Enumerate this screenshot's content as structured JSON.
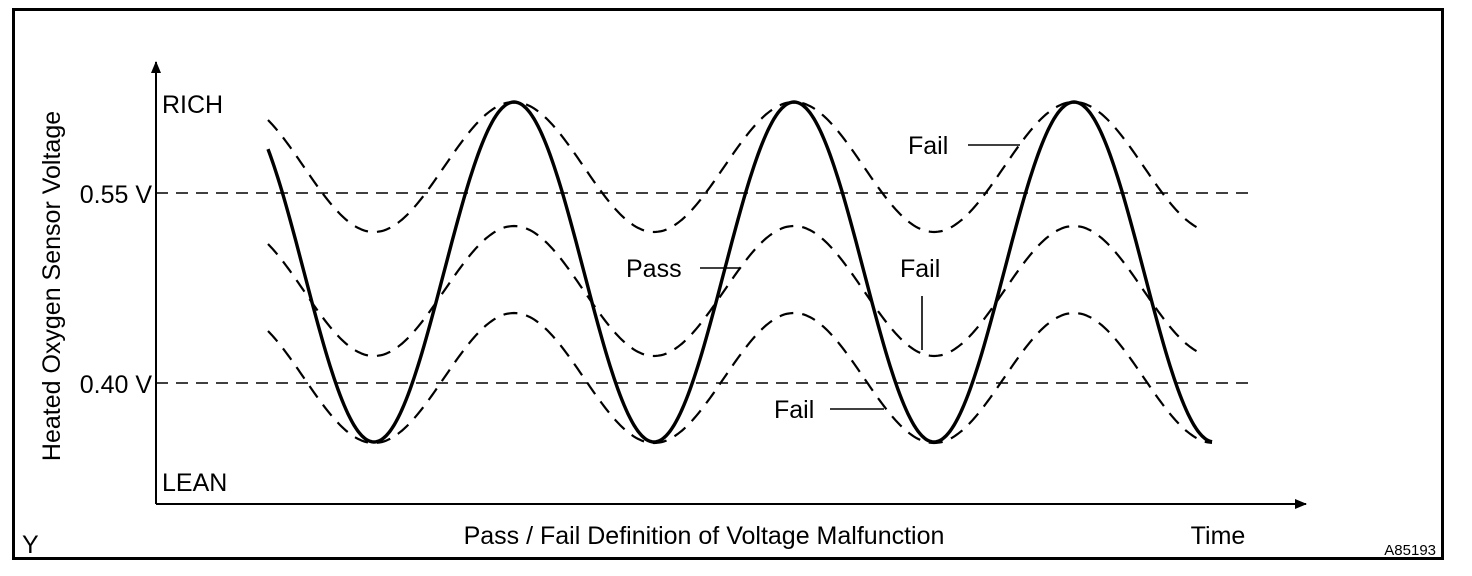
{
  "y_axis_label": "Heated Oxygen Sensor Voltage",
  "y_top_label": "RICH",
  "y_bottom_label": "LEAN",
  "threshold_high": "0.55 V",
  "threshold_low": "0.40 V",
  "x_axis_label": "Time",
  "caption": "Pass / Fail Definition of Voltage Malfunction",
  "corner_left": "Y",
  "figure_id": "A85193",
  "callouts": {
    "fail_upper": "Fail",
    "pass": "Pass",
    "fail_middle": "Fail",
    "fail_lower": "Fail"
  }
}
